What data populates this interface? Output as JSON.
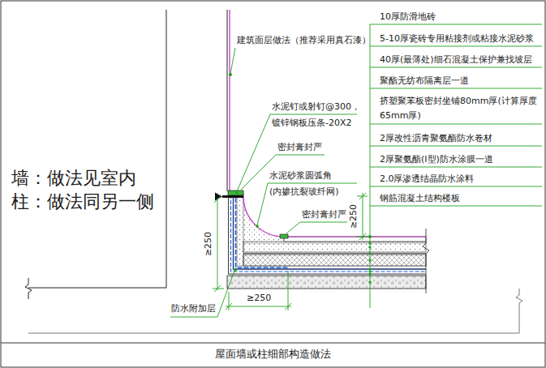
{
  "diagram": {
    "caption": "屋面墙或柱细部构造做法",
    "labels": [
      "10厚防滑地砖",
      "5-10厚瓷砖专用粘接剂或粘接水泥砂浆",
      "40厚(最薄处)细石混凝土保护兼找坡层",
      "聚酯无纺布隔离层一道",
      "挤塑聚苯板密封坐铺80mm厚(计算厚度 65mm厚)",
      "2厚改性沥青聚氨酯防水卷材",
      "2厚聚氨酯(I型)防水涂膜一道",
      "2.0厚渗透结晶防水涂料",
      "钢筋混凝土结构楼板",
      "建筑面层做法（推荐采用真石漆）",
      "水泥钉或射钉@300， 镀锌钢板压条-20X2",
      "密封膏封严",
      "水泥砂浆圆弧角 (内掺抗裂玻纤网)",
      "密封膏封严",
      "≥250",
      "≥250",
      "≥250",
      "防水附加层",
      "墙：做法见室内",
      "柱：做法同另一侧"
    ]
  }
}
